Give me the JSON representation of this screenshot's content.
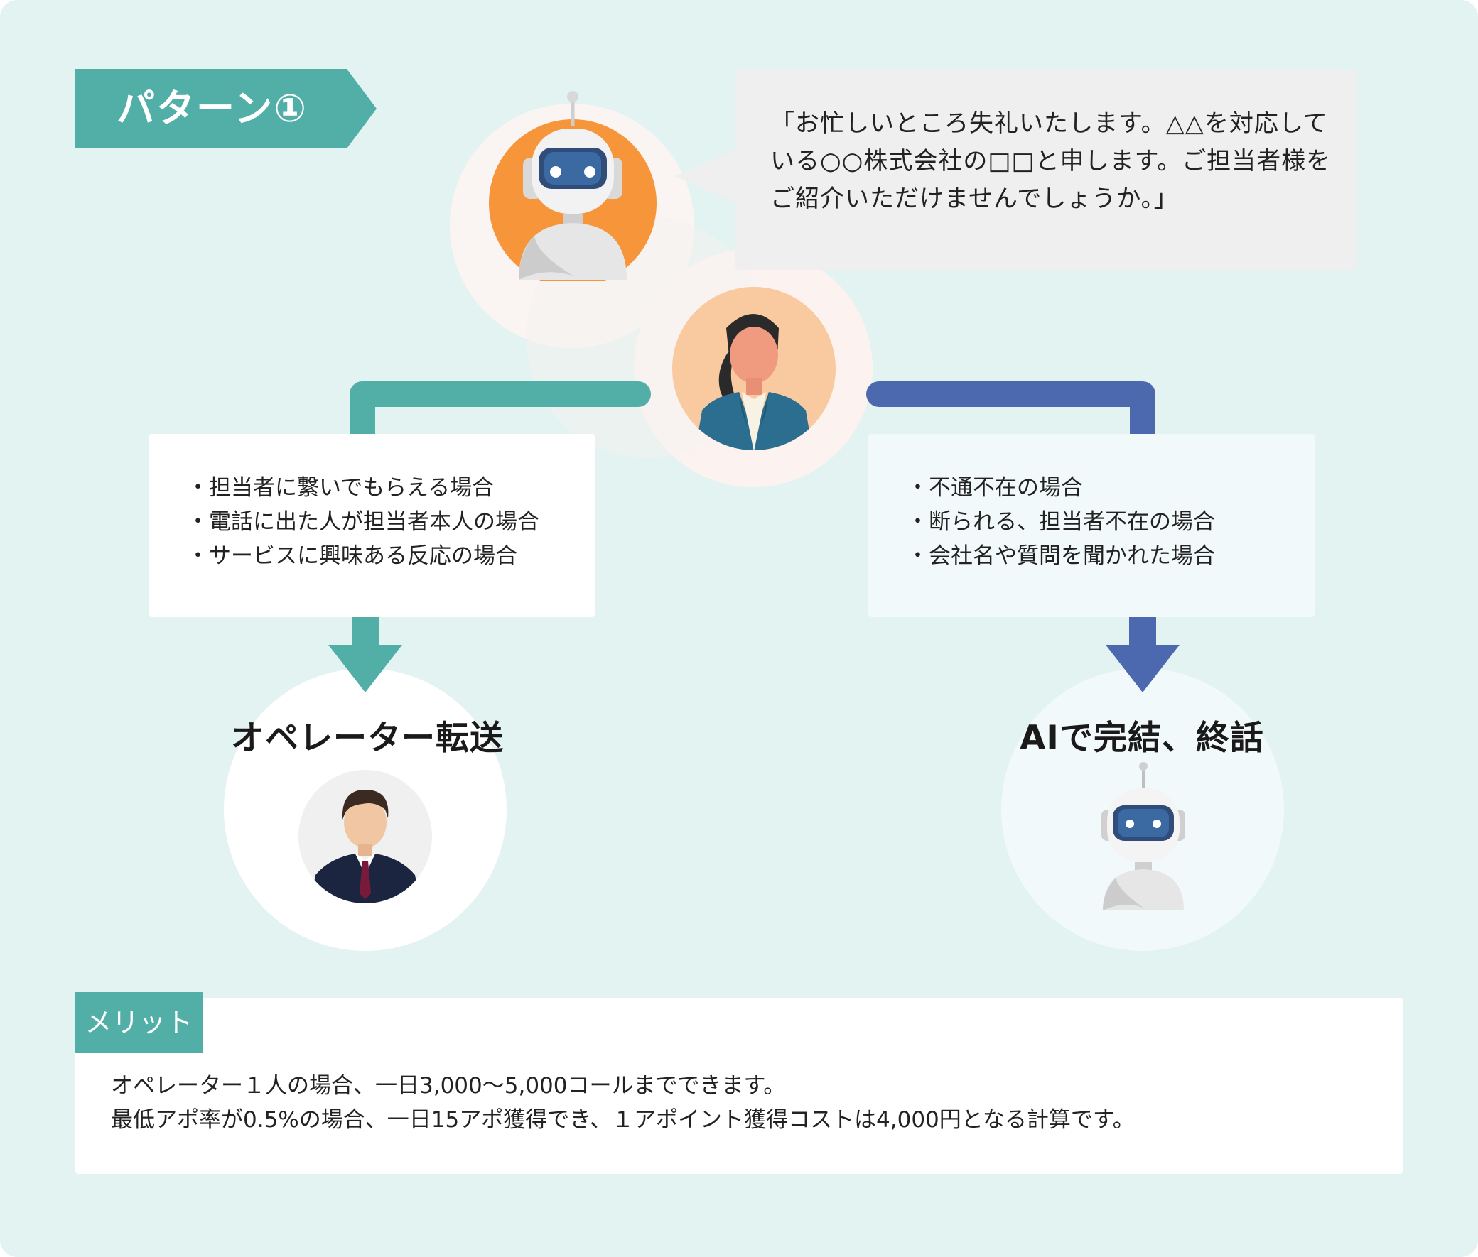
{
  "pattern_label": "パターン①",
  "speech": "「お忙しいところ失礼いたします。△△を対応している○○株式会社の□□と申します。ご担当者様をご紹介いただけませんでしょうか。」",
  "left_branch": {
    "cases": [
      "・担当者に繋いでもらえる場合",
      "・電話に出た人が担当者本人の場合",
      "・サービスに興味ある反応の場合"
    ],
    "result": "オペレーター転送"
  },
  "right_branch": {
    "cases": [
      "・不通不在の場合",
      "・断られる、担当者不在の場合",
      "・会社名や質問を聞かれた場合"
    ],
    "result": "AIで完結、終話"
  },
  "merit": {
    "label": "メリット",
    "lines": [
      "オペレーター１人の場合、一日3,000〜5,000コールまでできます。",
      "最低アポ率が0.5%の場合、一日15アポ獲得でき、１アポイント獲得コストは4,000円となる計算です。"
    ]
  },
  "colors": {
    "background": "#e2f3f1",
    "teal": "#52afa8",
    "blue": "#4c69af",
    "robot_orange": "#f7953a",
    "person_peach": "#f9caa0"
  },
  "icons": [
    "robot-icon",
    "businesswoman-icon",
    "businessman-icon",
    "robot-icon"
  ]
}
